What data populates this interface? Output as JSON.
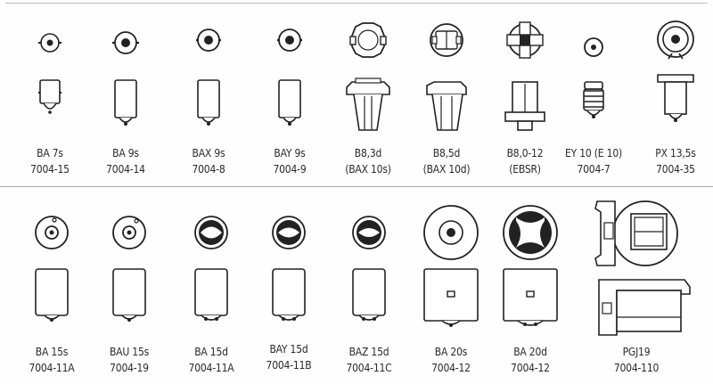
{
  "rows": [
    {
      "items": [
        {
          "type": "BA 7s",
          "code": "7004-15"
        },
        {
          "type": "BA 9s",
          "code": "7004-14"
        },
        {
          "type": "BAX 9s",
          "code": "7004-8"
        },
        {
          "type": "BAY 9s",
          "code": "7004-9"
        },
        {
          "type": "B8,3d",
          "code": "(BAX 10s)"
        },
        {
          "type": "B8,5d",
          "code": "(BAX 10d)"
        },
        {
          "type": "B8,0-12",
          "code": "(EBSR)"
        },
        {
          "type": "EY 10 (E 10)",
          "code": "7004-7"
        },
        {
          "type": "PX 13,5s",
          "code": "7004-35"
        }
      ]
    },
    {
      "items": [
        {
          "type": "BA 15s",
          "code": "7004-11A"
        },
        {
          "type": "BAU 15s",
          "code": "7004-19"
        },
        {
          "type": "BA 15d",
          "code": "7004-11A"
        },
        {
          "type": "BAY 15d",
          "code": "7004-11B"
        },
        {
          "type": "BAZ 15d",
          "code": "7004-11C"
        },
        {
          "type": "BA 20s",
          "code": "7004-12"
        },
        {
          "type": "BA 20d",
          "code": "7004-12"
        },
        {
          "type": "PGJ19",
          "code": "7004-110"
        }
      ]
    }
  ]
}
